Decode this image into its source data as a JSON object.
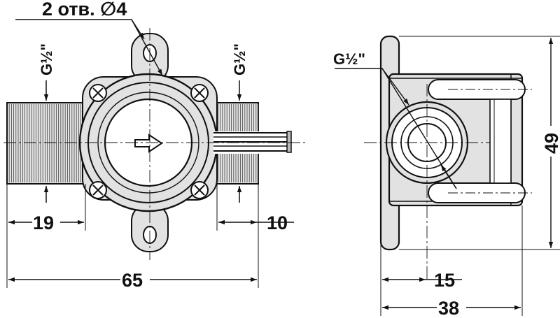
{
  "labels": {
    "holes": "2 отв. ∅4",
    "thread_left": "G½\"",
    "thread_right": "G½\"",
    "thread_side": "G½\"",
    "dim_19": "19",
    "dim_10": "10",
    "dim_65": "65",
    "dim_49": "49",
    "dim_15": "15",
    "dim_38": "38"
  },
  "colors": {
    "line": "#111111",
    "body_fill": "#e2e2e2",
    "background": "#ffffff"
  }
}
